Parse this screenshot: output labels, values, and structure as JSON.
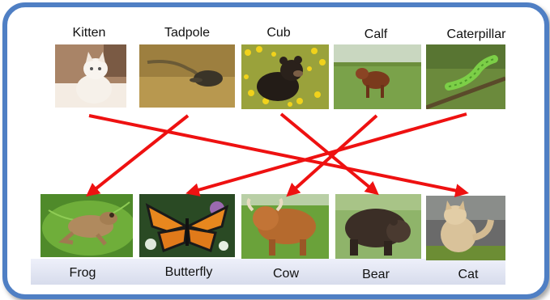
{
  "diagram": {
    "young_labels": [
      "Kitten",
      "Tadpole",
      "Cub",
      "Calf",
      "Caterpillar"
    ],
    "adult_labels": [
      "Frog",
      "Butterfly",
      "Cow",
      "Bear",
      "Cat"
    ],
    "colors": {
      "arrow": "#ee1111",
      "frame": "#4f7fc4"
    }
  }
}
